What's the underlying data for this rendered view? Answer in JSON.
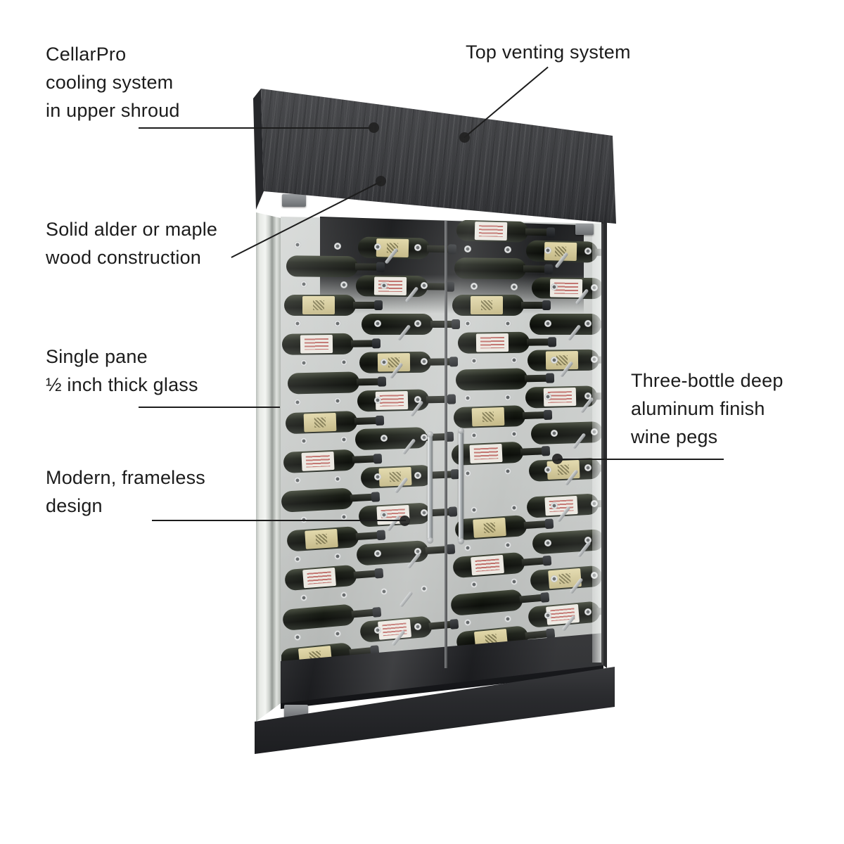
{
  "figure": {
    "subject": "wine display cabinet with wood shroud, glass doors and bottles on metal pegs"
  },
  "callouts": {
    "cooling": {
      "lines": [
        "CellarPro",
        "cooling system",
        "in upper shroud"
      ]
    },
    "venting": {
      "lines": [
        "Top venting system"
      ]
    },
    "wood": {
      "lines": [
        "Solid alder or maple",
        "wood construction"
      ]
    },
    "glass": {
      "lines": [
        "Single pane",
        "½ inch thick glass"
      ]
    },
    "frameless": {
      "lines": [
        "Modern, frameless",
        "design"
      ]
    },
    "pegs": {
      "lines": [
        "Three-bottle deep",
        "aluminum finish",
        "wine pegs"
      ]
    }
  },
  "colors": {
    "background": "#ffffff",
    "text": "#1c1c1c",
    "leader_line": "#1c1c1c",
    "shroud_wood": "#3d3e41",
    "base": "#2a2b2e",
    "interior_back": "#c4c7c5",
    "label_cream": "#d5ca99",
    "label_white": "#ebe8e1",
    "peg_metal": "#b7babb"
  }
}
